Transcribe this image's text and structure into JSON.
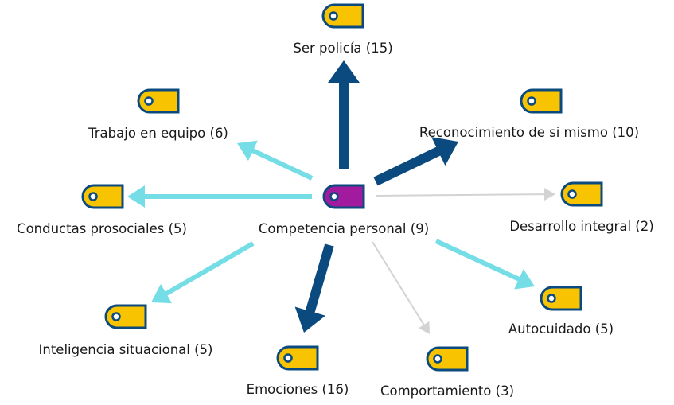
{
  "diagram": {
    "type": "network",
    "colors": {
      "strong": "#0b4a7e",
      "medium": "#74dde6",
      "weak": "#d3d3d3",
      "tag_fill": "#f8c300",
      "tag_stroke": "#0b4a7e",
      "center_fill": "#a21a9e"
    },
    "center": {
      "id": "competencia",
      "label": "Competencia personal (9)"
    },
    "nodes": [
      {
        "id": "ser-policia",
        "label": "Ser policía (15)",
        "strength": "strong"
      },
      {
        "id": "trabajo-equipo",
        "label": "Trabajo en equipo (6)",
        "strength": "medium"
      },
      {
        "id": "reconocimiento",
        "label": "Reconocimiento de si mismo (10)",
        "strength": "strong"
      },
      {
        "id": "conductas",
        "label": "Conductas prosociales (5)",
        "strength": "medium"
      },
      {
        "id": "desarrollo",
        "label": "Desarrollo integral (2)",
        "strength": "weak"
      },
      {
        "id": "inteligencia",
        "label": "Inteligencia situacional (5)",
        "strength": "medium"
      },
      {
        "id": "autocuidado",
        "label": "Autocuidado (5)",
        "strength": "medium"
      },
      {
        "id": "emociones",
        "label": "Emociones (16)",
        "strength": "strong"
      },
      {
        "id": "comportamiento",
        "label": "Comportamiento (3)",
        "strength": "weak"
      }
    ]
  }
}
